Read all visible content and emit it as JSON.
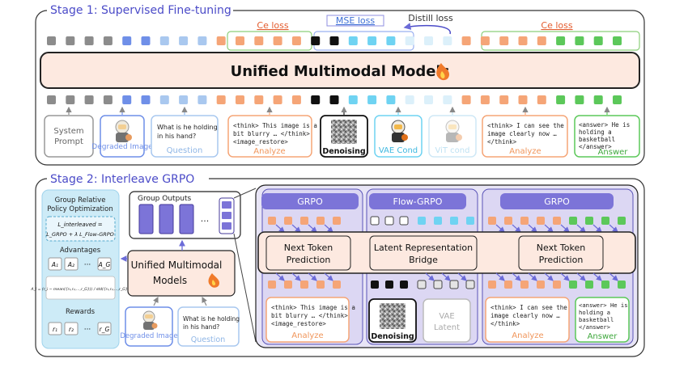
{
  "stage1": {
    "title": "Stage 1: Supervised Fine-tuning",
    "ce_loss_left": "Ce loss",
    "mse_loss": "MSE loss",
    "distill_loss": "Distill loss",
    "ce_loss_right": "Ce loss",
    "model_label": "Unified Multimodal Models",
    "inputs": {
      "system_prompt": [
        "System",
        "Prompt"
      ],
      "degraded_image": "Degraded Image",
      "question_text": [
        "What is he holding",
        "in his hand?"
      ],
      "question_label": "Question",
      "analyze_text": [
        "<think> This image is a",
        "bit blurry … </think>",
        "<image_restore>"
      ],
      "analyze_label": "Analyze",
      "denoising_label": "Denoising",
      "vae_cond_label": "VAE Cond",
      "vit_cond_label": "ViT cond",
      "analyze2_text": [
        "<think> I can see the",
        "image clearly now …",
        "</think>"
      ],
      "analyze2_label": "Analyze",
      "answer_text": [
        "<answer> He is",
        "holding a",
        "basketball",
        "</answer>"
      ],
      "answer_label": "Answer"
    }
  },
  "stage2": {
    "title": "Stage 2: Interleave GRPO",
    "left_panel": {
      "title": [
        "Group Relative",
        "Policy Optimization"
      ],
      "formula1_top": "L_interleaved =",
      "formula1_bottom": "L_GRPO + λ L_Flow-GRPO",
      "advantages_label": "Advantages",
      "advantages": [
        "A₁",
        "A₂",
        "···",
        "A_G"
      ],
      "formula2": "A_i = (r_i − mean({r₁,r₂,…,r_G})) / std({r₁,r₂,…,r_G})",
      "rewards_label": "Rewards",
      "rewards": [
        "r₁",
        "r₂",
        "···",
        "r_G"
      ]
    },
    "group_outputs_label": "Group Outputs",
    "group_outputs_dots": "...",
    "model_label": [
      "Unified Multimodal",
      "Models"
    ],
    "inputs": {
      "degraded_image": "Degraded Image",
      "question_text": [
        "What is he holding",
        "in his hand?"
      ],
      "question_label": "Question"
    },
    "right_panel": {
      "grpo_left": "GRPO",
      "flow_grpo": "Flow-GRPO",
      "grpo_right": "GRPO",
      "ntp_left": [
        "Next Token",
        "Prediction"
      ],
      "bridge": [
        "Latent Representation",
        "Bridge"
      ],
      "ntp_right": [
        "Next Token",
        "Prediction"
      ],
      "analyze_text": [
        "<think> This image is a",
        "bit blurry … </think>",
        "<image_restore>"
      ],
      "analyze_label": "Analyze",
      "denoising_label": "Denoising",
      "vae_label": [
        "VAE",
        "Latent"
      ],
      "analyze2_text": [
        "<think> I can see the",
        "image clearly now …",
        "</think>"
      ],
      "analyze2_label": "Analyze",
      "answer_text": [
        "<answer> He is",
        "holding a",
        "basketball",
        "</answer>"
      ],
      "answer_label": "Answer"
    }
  },
  "colors": {
    "gray": "#8c8c8c",
    "blue": "#6f8fe8",
    "lightblue": "#a9c8ef",
    "orange": "#f5a577",
    "black": "#111111",
    "cyan": "#6fd3f2",
    "green": "#5cc85a",
    "purple": "#7c74d8",
    "model_fill": "#fde9e0",
    "stage_title": "#5b5bd0"
  }
}
